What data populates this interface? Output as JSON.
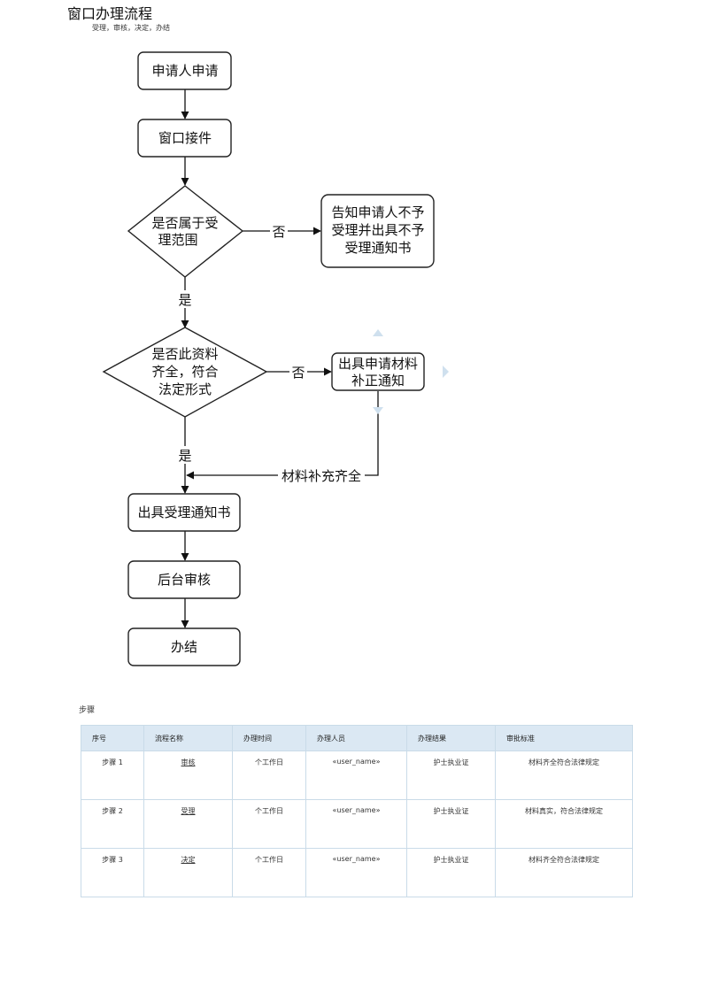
{
  "header": {
    "title": "窗口办理流程",
    "subtitle": "受理，审核，决定，办结"
  },
  "flowchart": {
    "nodes": {
      "apply": "申请人申请",
      "receive": "窗口接件",
      "in_scope_line1": "是否属于受",
      "in_scope_line2": "理范围",
      "reject_line1": "告知申请人不予",
      "reject_line2": "受理并出具不予",
      "reject_line3": "受理通知书",
      "complete_line1": "是否此资料",
      "complete_line2": "齐全，符合",
      "complete_line3": "法定形式",
      "supplement_line1": "出具申请材料",
      "supplement_line2": "补正通知",
      "accept_notice": "出具受理通知书",
      "review": "后台审核",
      "done": "办结"
    },
    "edges": {
      "scope_no": "否",
      "scope_yes": "是",
      "complete_no": "否",
      "complete_yes": "是",
      "resubmit": "材料补充齐全"
    }
  },
  "steps_section": {
    "label": "步骤",
    "columns": [
      "序号",
      "流程名称",
      "办理时间",
      "办理人员",
      "办理结果",
      "审批标准"
    ],
    "rows": [
      {
        "seq": "步骤 1",
        "name": "审核",
        "time": "个工作日",
        "person": "«user_name»",
        "result": "护士执业证",
        "standard": "材料齐全符合法律规定"
      },
      {
        "seq": "步骤 2",
        "name": "受理",
        "time": "个工作日",
        "person": "«user_name»",
        "result": "护士执业证",
        "standard": "材料真实，符合法律规定"
      },
      {
        "seq": "步骤 3",
        "name": "决定",
        "time": "个工作日",
        "person": "«user_name»",
        "result": "护士执业证",
        "standard": "材料齐全符合法律规定"
      }
    ]
  }
}
